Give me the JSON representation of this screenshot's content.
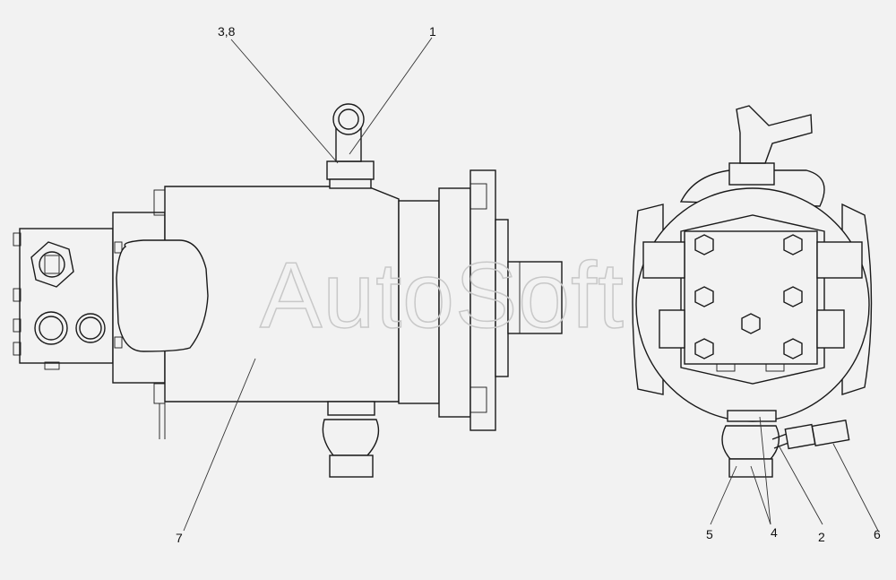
{
  "watermark": "AutoSoft",
  "callouts": {
    "c38": "3,8",
    "c1": "1",
    "c7": "7",
    "c5": "5",
    "c4": "4",
    "c2": "2",
    "c6": "6"
  }
}
